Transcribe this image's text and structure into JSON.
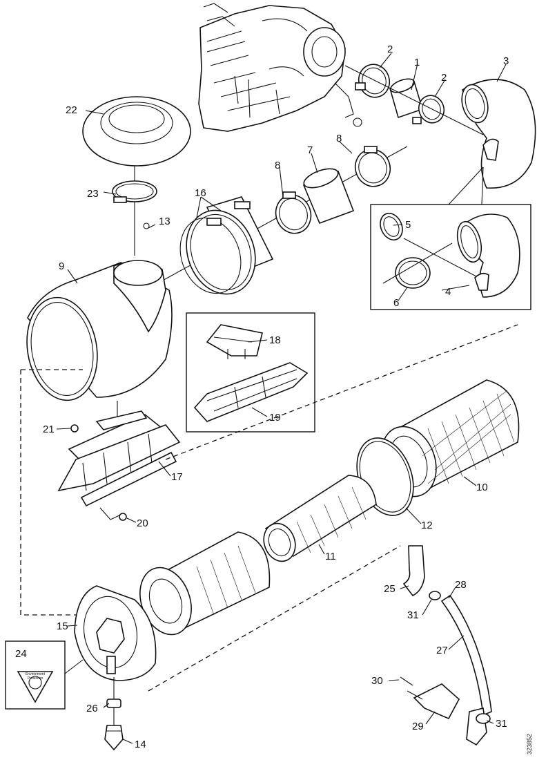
{
  "figure_code": "323852",
  "warning_label": {
    "line1": "Environment",
    "line2": "Protection"
  },
  "callouts": [
    {
      "id": "c1",
      "text": "1"
    },
    {
      "id": "c2a",
      "text": "2"
    },
    {
      "id": "c2b",
      "text": "2"
    },
    {
      "id": "c3",
      "text": "3"
    },
    {
      "id": "c4",
      "text": "4"
    },
    {
      "id": "c5",
      "text": "5"
    },
    {
      "id": "c6",
      "text": "6"
    },
    {
      "id": "c7",
      "text": "7"
    },
    {
      "id": "c8a",
      "text": "8"
    },
    {
      "id": "c8b",
      "text": "8"
    },
    {
      "id": "c9",
      "text": "9"
    },
    {
      "id": "c10",
      "text": "10"
    },
    {
      "id": "c11",
      "text": "11"
    },
    {
      "id": "c12",
      "text": "12"
    },
    {
      "id": "c13",
      "text": "13"
    },
    {
      "id": "c14",
      "text": "14"
    },
    {
      "id": "c15",
      "text": "15"
    },
    {
      "id": "c16",
      "text": "16"
    },
    {
      "id": "c17",
      "text": "17"
    },
    {
      "id": "c18",
      "text": "18"
    },
    {
      "id": "c19",
      "text": "19"
    },
    {
      "id": "c20",
      "text": "20"
    },
    {
      "id": "c21",
      "text": "21"
    },
    {
      "id": "c22",
      "text": "22"
    },
    {
      "id": "c23",
      "text": "23"
    },
    {
      "id": "c24",
      "text": "24"
    },
    {
      "id": "c25",
      "text": "25"
    },
    {
      "id": "c26",
      "text": "26"
    },
    {
      "id": "c27",
      "text": "27"
    },
    {
      "id": "c28",
      "text": "28"
    },
    {
      "id": "c29",
      "text": "29"
    },
    {
      "id": "c30",
      "text": "30"
    },
    {
      "id": "c31a",
      "text": "31"
    },
    {
      "id": "c31b",
      "text": "31"
    }
  ]
}
